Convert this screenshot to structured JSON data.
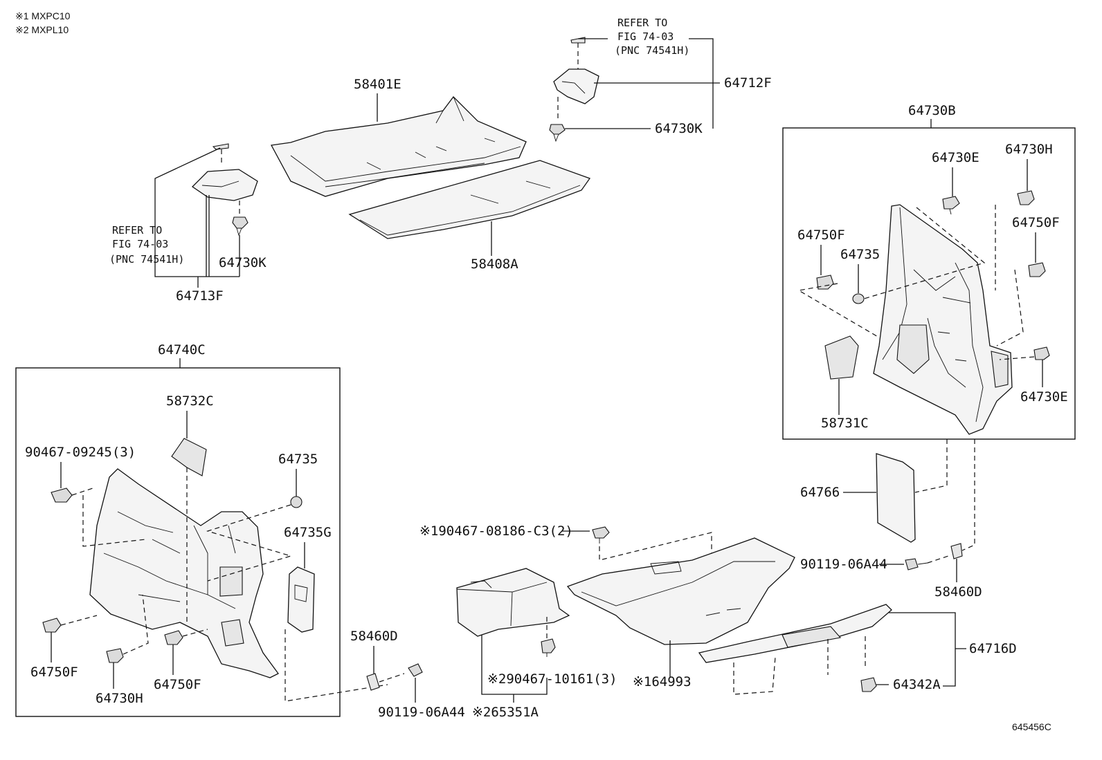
{
  "notes": [
    "※1 MXPC10",
    "※2 MXPL10"
  ],
  "figure_id": "645456C",
  "refer_top": {
    "line1": "REFER TO",
    "line2": "FIG 74-03",
    "line3": "(PNC 74541H)"
  },
  "refer_left": {
    "line1": "REFER TO",
    "line2": "FIG 74-03",
    "line3": "(PNC 74541H)"
  },
  "labels": {
    "p58401E": "58401E",
    "p58408A": "58408A",
    "p64712F": "64712F",
    "p64730K_top": "64730K",
    "p64730K_left": "64730K",
    "p64713F": "64713F",
    "p64730B": "64730B",
    "p64730E_a": "64730E",
    "p64730H_a": "64730H",
    "p64750F_a": "64750F",
    "p64750F_b": "64750F",
    "p64735_a": "64735",
    "p58731C": "58731C",
    "p64730E_b": "64730E",
    "p64740C": "64740C",
    "p58732C": "58732C",
    "p90467_09245": "90467-09245(3)",
    "p64735_b": "64735",
    "p64735G": "64735G",
    "p64750F_c": "64750F",
    "p64730H_b": "64730H",
    "p64750F_d": "64750F",
    "p58460D_a": "58460D",
    "p90119_a": "90119-06A44",
    "p90467_08186": "※190467-08186-C3(2)",
    "p90467_10161": "※290467-10161(3)",
    "p65351A": "※265351A",
    "p64993": "※164993",
    "p64766": "64766",
    "p90119_b": "90119-06A44",
    "p58460D_b": "58460D",
    "p64716D": "64716D",
    "p64342A": "64342A"
  }
}
